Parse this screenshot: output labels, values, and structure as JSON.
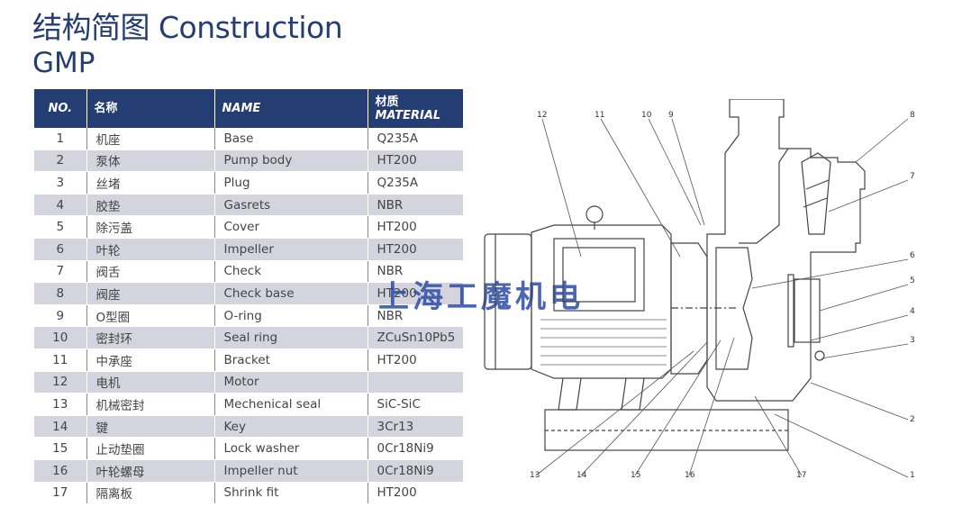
{
  "header": {
    "title": "结构简图 Construction",
    "model": "GMP"
  },
  "table": {
    "headers": {
      "no": "NO.",
      "name_zh": "名称",
      "name_en": "NAME",
      "material_zh": "材质",
      "material_en": "MATERIAL"
    },
    "rows": [
      {
        "no": "1",
        "zh": "机座",
        "en": "Base",
        "material": "Q235A"
      },
      {
        "no": "2",
        "zh": "泵体",
        "en": "Pump body",
        "material": "HT200"
      },
      {
        "no": "3",
        "zh": "丝堵",
        "en": "Plug",
        "material": "Q235A"
      },
      {
        "no": "4",
        "zh": "胶垫",
        "en": "Gasrets",
        "material": "NBR"
      },
      {
        "no": "5",
        "zh": "除污盖",
        "en": "Cover",
        "material": "HT200"
      },
      {
        "no": "6",
        "zh": "叶轮",
        "en": "Impeller",
        "material": "HT200"
      },
      {
        "no": "7",
        "zh": "阀舌",
        "en": "Check",
        "material": "NBR"
      },
      {
        "no": "8",
        "zh": "阀座",
        "en": "Check base",
        "material": "HT200"
      },
      {
        "no": "9",
        "zh": "O型圈",
        "en": "O-ring",
        "material": "NBR"
      },
      {
        "no": "10",
        "zh": "密封环",
        "en": "Seal ring",
        "material": "ZCuSn10Pb5"
      },
      {
        "no": "11",
        "zh": "中承座",
        "en": "Bracket",
        "material": "HT200"
      },
      {
        "no": "12",
        "zh": "电机",
        "en": "Motor",
        "material": ""
      },
      {
        "no": "13",
        "zh": "机械密封",
        "en": "Mechenical seal",
        "material": "SiC-SiC"
      },
      {
        "no": "14",
        "zh": "键",
        "en": "Key",
        "material": "3Cr13"
      },
      {
        "no": "15",
        "zh": "止动垫圈",
        "en": "Lock washer",
        "material": "0Cr18Ni9"
      },
      {
        "no": "16",
        "zh": "叶轮螺母",
        "en": "Impeller nut",
        "material": "0Cr18Ni9"
      },
      {
        "no": "17",
        "zh": "隔离板",
        "en": "Shrink fit",
        "material": "HT200"
      }
    ]
  },
  "watermark": "上海工魔机电",
  "drawing": {
    "callouts": [
      "12",
      "11",
      "10",
      "9",
      "8",
      "7",
      "6",
      "5",
      "4",
      "3",
      "2",
      "1",
      "13",
      "14",
      "15",
      "16",
      "17"
    ]
  },
  "colors": {
    "header_bg": "#243d72",
    "title": "#243d72",
    "row_alt": "#d4d4df",
    "watermark": "#2b4ba6"
  }
}
